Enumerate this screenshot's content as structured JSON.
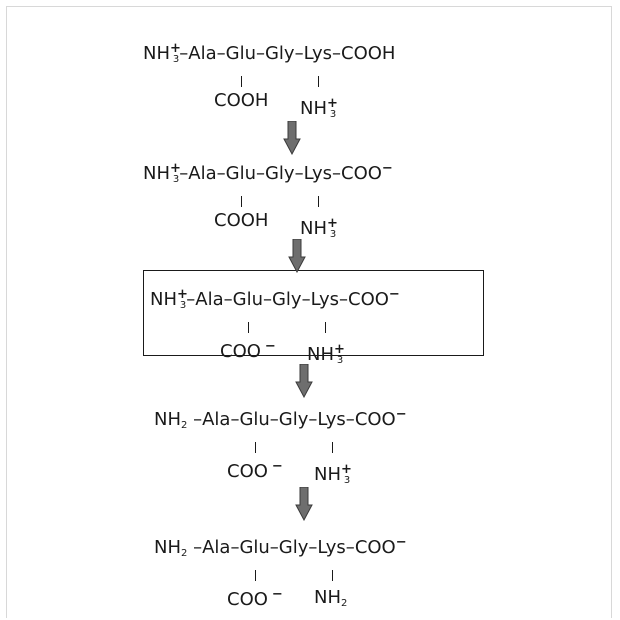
{
  "steps": [
    {
      "backbone": {
        "n_term": "NH",
        "n_sub": "3",
        "n_sup": "+",
        "chain": "–Ala–Glu–Gly–Lys–",
        "c_term": "COOH",
        "c_sup": ""
      },
      "glu_side": {
        "text": "COOH",
        "sup": ""
      },
      "lys_side": {
        "text": "NH",
        "sub": "3",
        "sup": "+"
      }
    },
    {
      "backbone": {
        "n_term": "NH",
        "n_sub": "3",
        "n_sup": "+",
        "chain": "–Ala–Glu–Gly–Lys–",
        "c_term": "COO",
        "c_sup": "−"
      },
      "glu_side": {
        "text": "COOH",
        "sup": ""
      },
      "lys_side": {
        "text": "NH",
        "sub": "3",
        "sup": "+"
      }
    },
    {
      "backbone": {
        "n_term": "NH",
        "n_sub": "3",
        "n_sup": "+",
        "chain": "–Ala–Glu–Gly–Lys–",
        "c_term": "COO",
        "c_sup": "−"
      },
      "glu_side": {
        "text": "COO",
        "sup": "−"
      },
      "lys_side": {
        "text": "NH",
        "sub": "3",
        "sup": "+"
      }
    },
    {
      "backbone": {
        "n_term": "NH",
        "n_sub": "2",
        "n_sup": "",
        "chain": " –Ala–Glu–Gly–Lys–",
        "c_term": "COO",
        "c_sup": "−"
      },
      "glu_side": {
        "text": "COO",
        "sup": "−"
      },
      "lys_side": {
        "text": "NH",
        "sub": "3",
        "sup": "+"
      }
    },
    {
      "backbone": {
        "n_term": "NH",
        "n_sub": "2",
        "n_sup": "",
        "chain": " –Ala–Glu–Gly–Lys–",
        "c_term": "COO",
        "c_sup": "−"
      },
      "glu_side": {
        "text": "COO",
        "sup": "−"
      },
      "lys_side": {
        "text": "NH",
        "sub": "2",
        "sup": ""
      }
    }
  ],
  "highlighted_step": 2,
  "colors": {
    "text": "#1a1a1a",
    "arrow_fill": "#6e6e6e",
    "arrow_stroke": "#3a3a3a",
    "frame": "#d8d8d8"
  }
}
